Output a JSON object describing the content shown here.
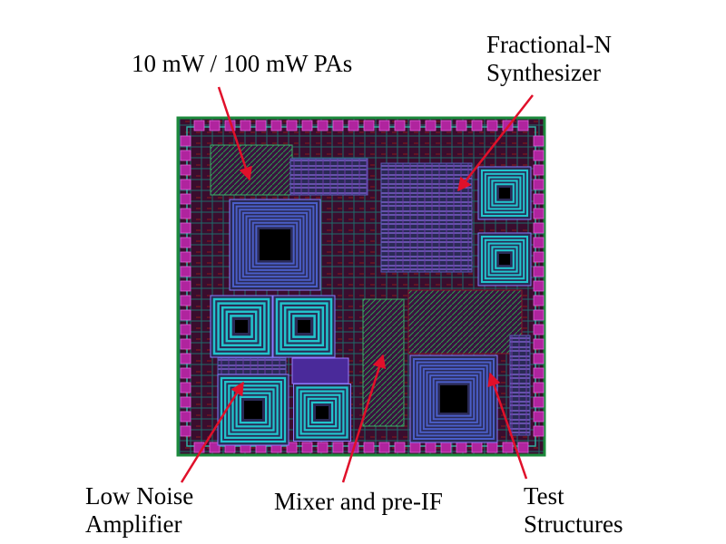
{
  "labels": {
    "power_amps": "10 mW / 100 mW PAs",
    "synthesizer_line1": "Fractional-N",
    "synthesizer_line2": "Synthesizer",
    "lna_line1": "Low Noise",
    "lna_line2": "Amplifier",
    "mixer": "Mixer and pre-IF",
    "test_line1": "Test",
    "test_line2": "Structures"
  },
  "colors": {
    "die_background": "#3a0d2e",
    "die_border": "#1c8a3c",
    "pad": "#b0249e",
    "pad_inner": "#5a1a5a",
    "inductor_blue": "#4a5ec8",
    "inductor_cyan": "#22c4cc",
    "inductor_core": "#000000",
    "arrow": "#e0102a",
    "label_text": "#000000"
  }
}
